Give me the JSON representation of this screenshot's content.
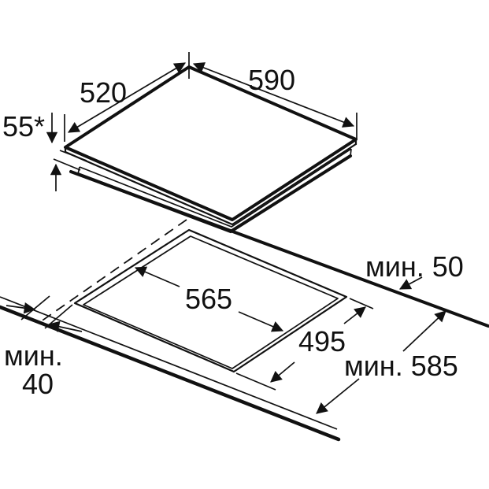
{
  "diagram": {
    "type": "appliance-installation-drawing",
    "subject": "built-in hob with worktop cutout",
    "colors": {
      "background": "#ffffff",
      "line": "#111111"
    },
    "labels": {
      "hob_width": "590",
      "hob_depth": "520",
      "hob_height": "55*",
      "cutout_width": "565",
      "cutout_depth": "495",
      "min_rear_clearance": "мин. 50",
      "min_worktop_depth": "мин. 585",
      "min_front_clearance_word": "мин.",
      "min_front_clearance_value": "40"
    }
  }
}
